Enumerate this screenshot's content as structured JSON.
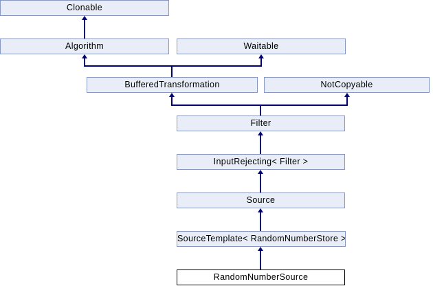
{
  "diagram": {
    "kind": "class-inheritance-diagram",
    "nodes": [
      {
        "id": "clonable",
        "label": "Clonable"
      },
      {
        "id": "algorithm",
        "label": "Algorithm"
      },
      {
        "id": "waitable",
        "label": "Waitable"
      },
      {
        "id": "buffered_transformation",
        "label": "BufferedTransformation"
      },
      {
        "id": "not_copyable",
        "label": "NotCopyable"
      },
      {
        "id": "filter",
        "label": "Filter"
      },
      {
        "id": "input_rejecting_filter",
        "label": "InputRejecting< Filter >"
      },
      {
        "id": "source",
        "label": "Source"
      },
      {
        "id": "source_template_random_number_store",
        "label": "SourceTemplate< RandomNumberStore >"
      },
      {
        "id": "random_number_source",
        "label": "RandomNumberSource",
        "focus": true
      }
    ],
    "edges": [
      {
        "from": "Algorithm",
        "to": "Clonable"
      },
      {
        "from": "BufferedTransformation",
        "to": "Algorithm"
      },
      {
        "from": "BufferedTransformation",
        "to": "Waitable"
      },
      {
        "from": "Filter",
        "to": "BufferedTransformation"
      },
      {
        "from": "Filter",
        "to": "NotCopyable"
      },
      {
        "from": "InputRejecting< Filter >",
        "to": "Filter"
      },
      {
        "from": "Source",
        "to": "InputRejecting< Filter >"
      },
      {
        "from": "SourceTemplate< RandomNumberStore >",
        "to": "Source"
      },
      {
        "from": "RandomNumberSource",
        "to": "SourceTemplate< RandomNumberStore >"
      }
    ],
    "arrow_semantics": "arrowheads point from derived class to base class"
  },
  "colors": {
    "background": "#ffffff",
    "node_fill": "#e8edf7",
    "node_border": "#8897c1",
    "focus_fill": "#ffffff",
    "focus_border": "#000000",
    "arrow": "#00006e",
    "text": "#000000"
  }
}
